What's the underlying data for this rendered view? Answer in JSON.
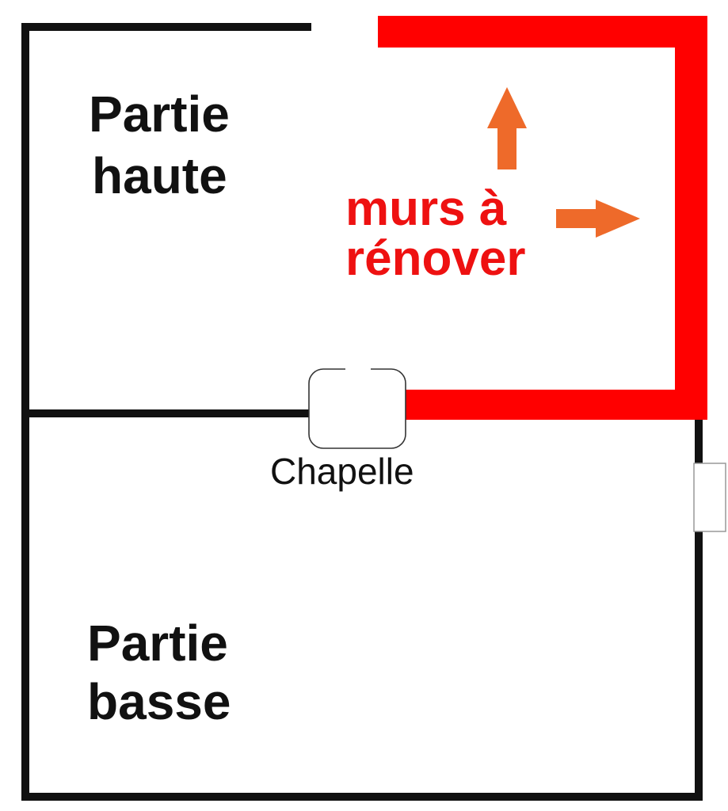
{
  "labels": {
    "upper_part_line1": "Partie",
    "upper_part_line2": "haute",
    "lower_part_line1": "Partie",
    "lower_part_line2": "basse",
    "walls_line1": "murs à",
    "walls_line2": "rénover",
    "chapel": "Chapelle"
  },
  "colors": {
    "wall": "#111111",
    "renovation_wall": "#ff0000",
    "renovation_text": "#ee1111",
    "arrow": "#ee6a2a",
    "chapel_outline": "#333333",
    "room_text": "#111111"
  },
  "icons": {
    "arrow_up": "arrow-up-icon",
    "arrow_right": "arrow-right-icon"
  }
}
